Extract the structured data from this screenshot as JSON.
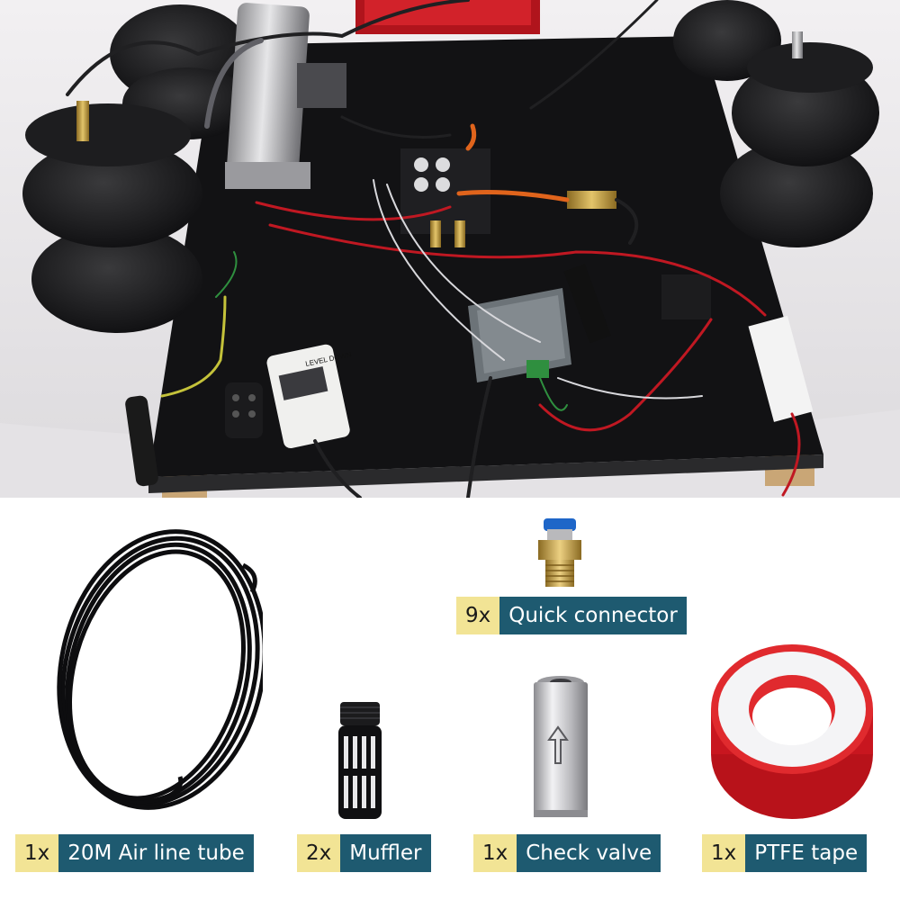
{
  "hero": {
    "controller_screen_text": "LEVEL DOWN"
  },
  "parts": [
    {
      "qty": "9x",
      "name": "Quick connector",
      "icon": "quick-connector-fitting"
    },
    {
      "qty": "1x",
      "name": "20M Air line tube",
      "icon": "coiled-air-line-tube"
    },
    {
      "qty": "2x",
      "name": "Muffler",
      "icon": "black-muffler"
    },
    {
      "qty": "1x",
      "name": "Check valve",
      "icon": "steel-check-valve"
    },
    {
      "qty": "1x",
      "name": "PTFE tape",
      "icon": "ptfe-tape-roll"
    }
  ],
  "colors": {
    "label_qty_bg": "#f2e495",
    "label_name_bg": "#1e5a70"
  }
}
